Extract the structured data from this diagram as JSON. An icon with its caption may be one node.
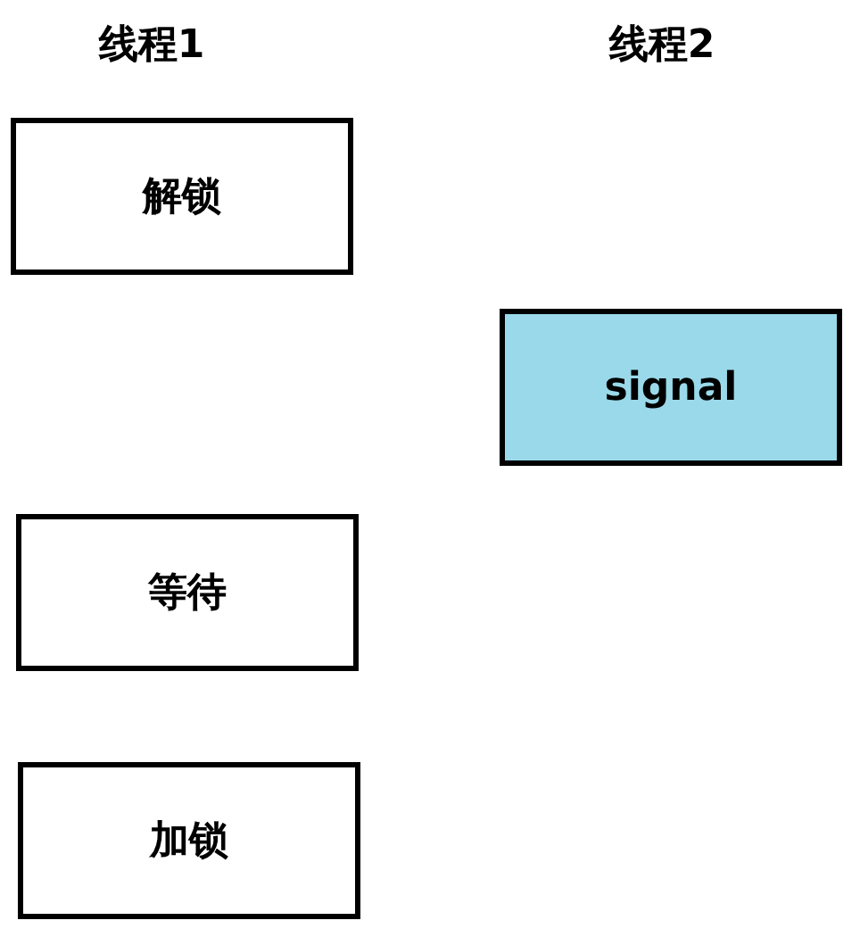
{
  "diagram": {
    "nodes": [
      {
        "text": [
          "解锁"
        ]
      },
      {
        "text": [
          "signal"
        ]
      },
      {
        "text": [
          "等待"
        ]
      },
      {
        "text": [
          "加锁"
        ]
      }
    ],
    "labels": [
      "线程1",
      "线程2"
    ]
  }
}
